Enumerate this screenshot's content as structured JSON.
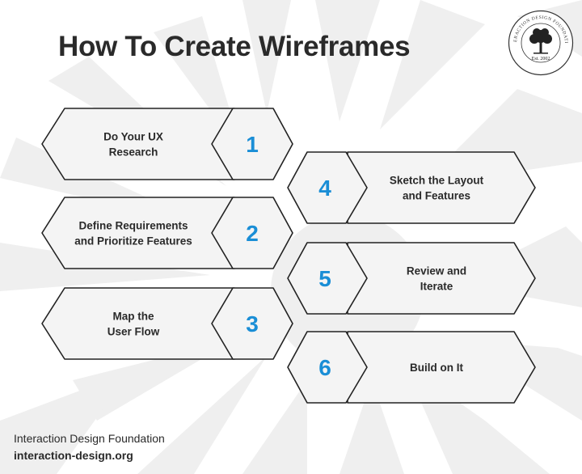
{
  "title": "How To Create Wireframes",
  "logo": {
    "ring_text": "INTERACTION DESIGN FOUNDATION",
    "est": "Est. 2002"
  },
  "steps": [
    {
      "number": "1",
      "lines": [
        "Do Your UX",
        "Research"
      ]
    },
    {
      "number": "2",
      "lines": [
        "Define Requirements",
        "and Prioritize Features"
      ]
    },
    {
      "number": "3",
      "lines": [
        "Map the",
        "User Flow"
      ]
    },
    {
      "number": "4",
      "lines": [
        "Sketch the Layout",
        "and Features"
      ]
    },
    {
      "number": "5",
      "lines": [
        "Review and",
        "Iterate"
      ]
    },
    {
      "number": "6",
      "lines": [
        "Build on It"
      ]
    }
  ],
  "footer": {
    "org": "Interaction Design Foundation",
    "url": "interaction-design.org"
  },
  "colors": {
    "accent": "#1a8ed6",
    "outline": "#222222",
    "shape_fill": "#f4f4f4",
    "background_pattern": "#ececec"
  }
}
